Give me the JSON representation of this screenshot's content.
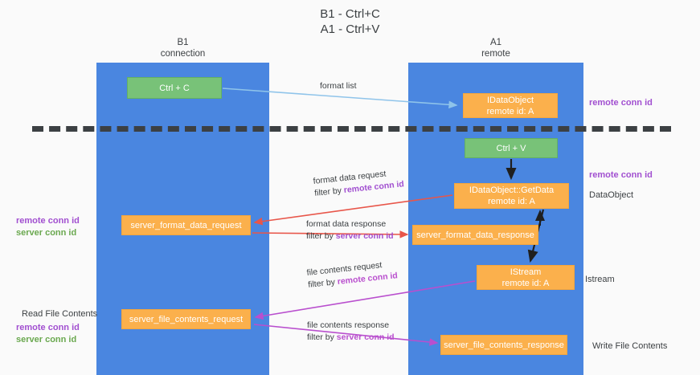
{
  "title": "B1 - Ctrl+C\nA1 - Ctrl+V",
  "title_line1": "B1 - Ctrl+C",
  "title_line2": "A1 - Ctrl+V",
  "lanes": [
    {
      "id": "b1",
      "line1": "B1",
      "line2": "connection",
      "color": "#4a86e0"
    },
    {
      "id": "a1",
      "line1": "A1",
      "line2": "remote",
      "color": "#4a86e0"
    }
  ],
  "nodes": {
    "ctrl_c": {
      "label": "Ctrl + C",
      "sub": "",
      "color": "#78c278",
      "kind": "shortcut"
    },
    "dataobject": {
      "label": "IDataObject",
      "sub": "remote id: A",
      "color": "#fbb04c",
      "kind": "object"
    },
    "ctrl_v": {
      "label": "Ctrl + V",
      "sub": "",
      "color": "#78c278",
      "kind": "shortcut"
    },
    "getdata": {
      "label": "IDataObject::GetData",
      "sub": "remote id: A",
      "color": "#fbb04c",
      "kind": "object"
    },
    "fmt_req": {
      "label": "server_format_data_request",
      "sub": "",
      "color": "#fbb04c",
      "kind": "message"
    },
    "fmt_resp": {
      "label": "server_format_data_response",
      "sub": "",
      "color": "#fbb04c",
      "kind": "message"
    },
    "istream": {
      "label": "IStream",
      "sub": "remote id: A",
      "color": "#fbb04c",
      "kind": "object"
    },
    "file_req": {
      "label": "server_file_contents_request",
      "sub": "",
      "color": "#fbb04c",
      "kind": "message"
    },
    "file_resp": {
      "label": "server_file_contents_response",
      "sub": "",
      "color": "#fbb04c",
      "kind": "message"
    }
  },
  "edges": [
    {
      "id": "format_list",
      "line1": "format list",
      "line2_prefix": "",
      "line2_key": "",
      "color": "#8fc4ea"
    },
    {
      "id": "fmt_request",
      "line1": "format data request",
      "line2_prefix": "filter by",
      "line2_key": "remote conn id",
      "color": "#e8564a"
    },
    {
      "id": "fmt_response",
      "line1": "format data response",
      "line2_prefix": "filter by",
      "line2_key": "server conn id",
      "color": "#e8564a"
    },
    {
      "id": "file_request",
      "line1": "file contents request",
      "line2_prefix": "filter by",
      "line2_key": "remote conn id",
      "color": "#b94fce"
    },
    {
      "id": "file_response",
      "line1": "file contents response",
      "line2_prefix": "filter by",
      "line2_key": "server conn id",
      "color": "#b94fce"
    }
  ],
  "annotations": {
    "right_top_conn": "remote conn id",
    "right_getdata_conn": "remote conn id",
    "right_dataobject": "DataObject",
    "right_istream": "Istream",
    "right_write_file": "Write File Contents",
    "left_remote_conn": "remote conn id",
    "left_server_conn": "server conn id",
    "left_read_file": "Read File Contents",
    "left_remote_conn_2": "remote conn id",
    "left_server_conn_2": "server conn id"
  },
  "colors": {
    "lane": "#4a86e0",
    "shortcut_box": "#78c278",
    "object_box": "#fbb04c",
    "purple_text": "#a14fd0",
    "green_text": "#6aa84f",
    "magenta_arrow": "#b94fce",
    "red_arrow": "#e8564a",
    "blue_arrow": "#8fc4ea",
    "divider": "#3c4043",
    "background": "#fafafa"
  }
}
